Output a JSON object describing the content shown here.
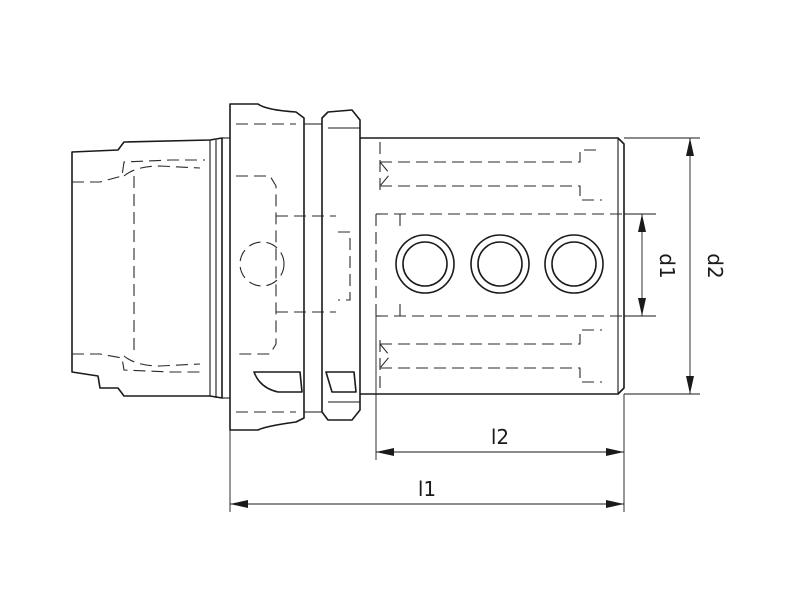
{
  "drawing": {
    "labels": {
      "l1": "l1",
      "l2": "l2",
      "d1": "d1",
      "d2": "d2"
    },
    "line_color": "#1a1a1a",
    "background": "#ffffff"
  }
}
